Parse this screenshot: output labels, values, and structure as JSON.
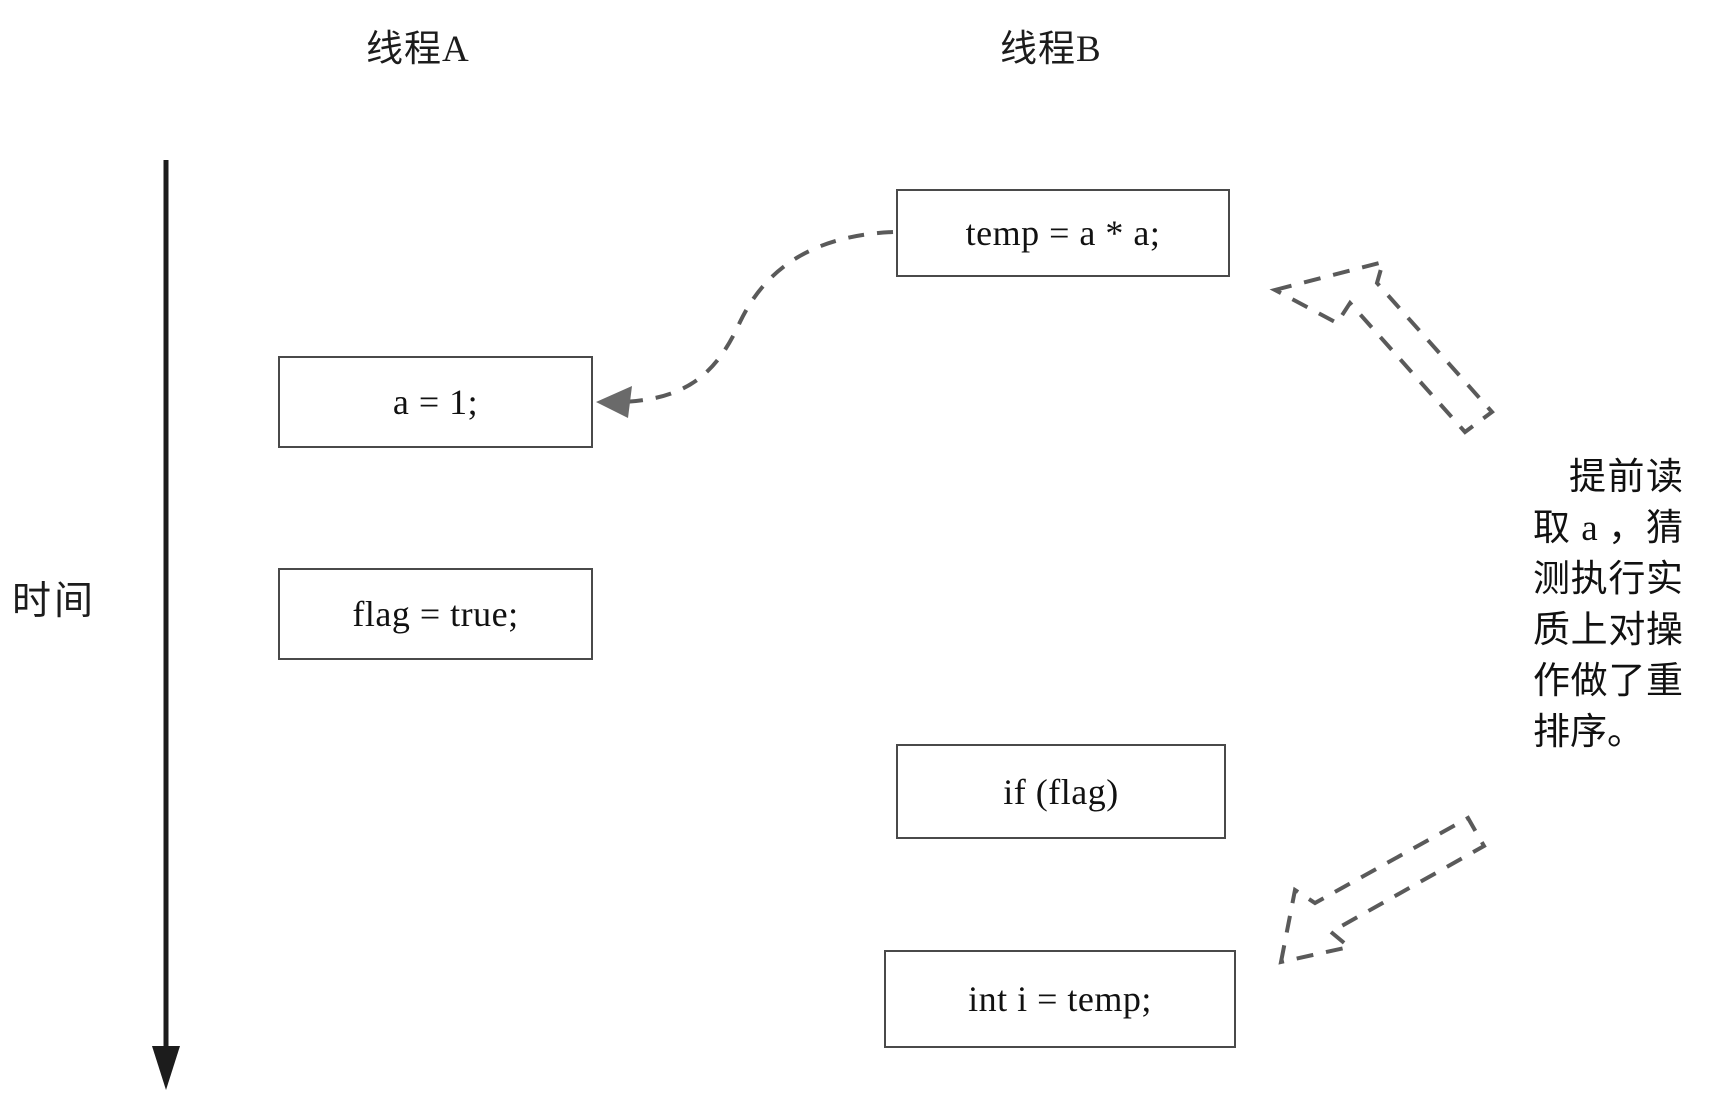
{
  "diagram": {
    "title_thread_a": "线程A",
    "title_thread_b": "线程B",
    "time_axis_label": "时间",
    "annotation": "提前读取 a ，猜测执行实质上对操作做了重排序。",
    "boxes": [
      {
        "id": "a-assign",
        "text": "a = 1;",
        "column": "thread-a"
      },
      {
        "id": "flag-true",
        "text": "flag = true;",
        "column": "thread-a"
      },
      {
        "id": "temp",
        "text": "temp = a * a;",
        "column": "thread-b"
      },
      {
        "id": "if-flag",
        "text": "if (flag)",
        "column": "thread-b"
      },
      {
        "id": "int-i",
        "text": "int i = temp;",
        "column": "thread-b"
      }
    ],
    "connectors": [
      {
        "id": "temp-to-a",
        "style": "dashed-curve",
        "from": "temp",
        "to": "a-assign",
        "arrowhead": "solid"
      },
      {
        "id": "annot-to-temp",
        "style": "dashed-block-arrow",
        "from": "annotation",
        "to": "temp"
      },
      {
        "id": "annot-to-int-i",
        "style": "dashed-block-arrow",
        "from": "annotation",
        "to": "int-i"
      }
    ],
    "colors": {
      "background": "#ffffff",
      "box_border": "#4a4a4a",
      "text": "#111111",
      "axis": "#1c1c1c",
      "dashed_line": "#5a5a5a"
    }
  }
}
